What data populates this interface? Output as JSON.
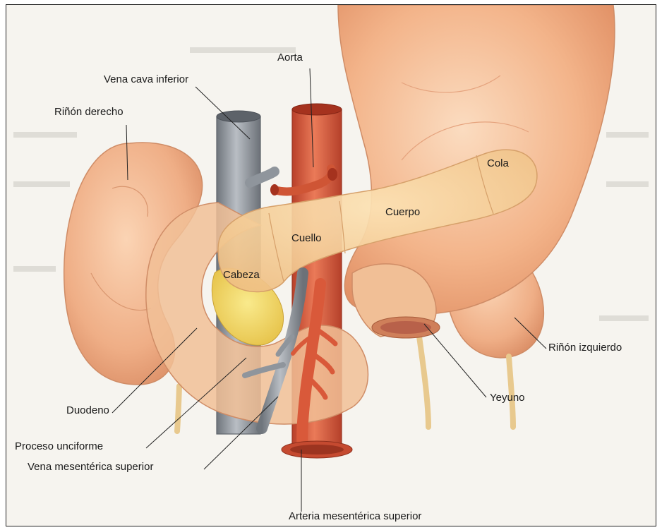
{
  "labels": {
    "aorta": "Aorta",
    "vena_cava_inferior": "Vena cava inferior",
    "rinon_derecho": "Riñón derecho",
    "cola": "Cola",
    "cuerpo": "Cuerpo",
    "cuello": "Cuello",
    "cabeza": "Cabeza",
    "rinon_izquierdo": "Riñón izquierdo",
    "yeyuno": "Yeyuno",
    "duodeno": "Duodeno",
    "proceso_unciforme": "Proceso unciforme",
    "vena_mesenterica_superior": "Vena mesentérica superior",
    "arteria_mesenterica_superior": "Arteria mesentérica superior"
  },
  "colors": {
    "stomach": "#f2b98f",
    "kidney": "#efb48c",
    "pancreas": "#f4cc8e",
    "duodenum": "#f1bf96",
    "vein": "#8f959c",
    "artery": "#d9593a",
    "yellow_tissue": "#f3dc6a"
  }
}
